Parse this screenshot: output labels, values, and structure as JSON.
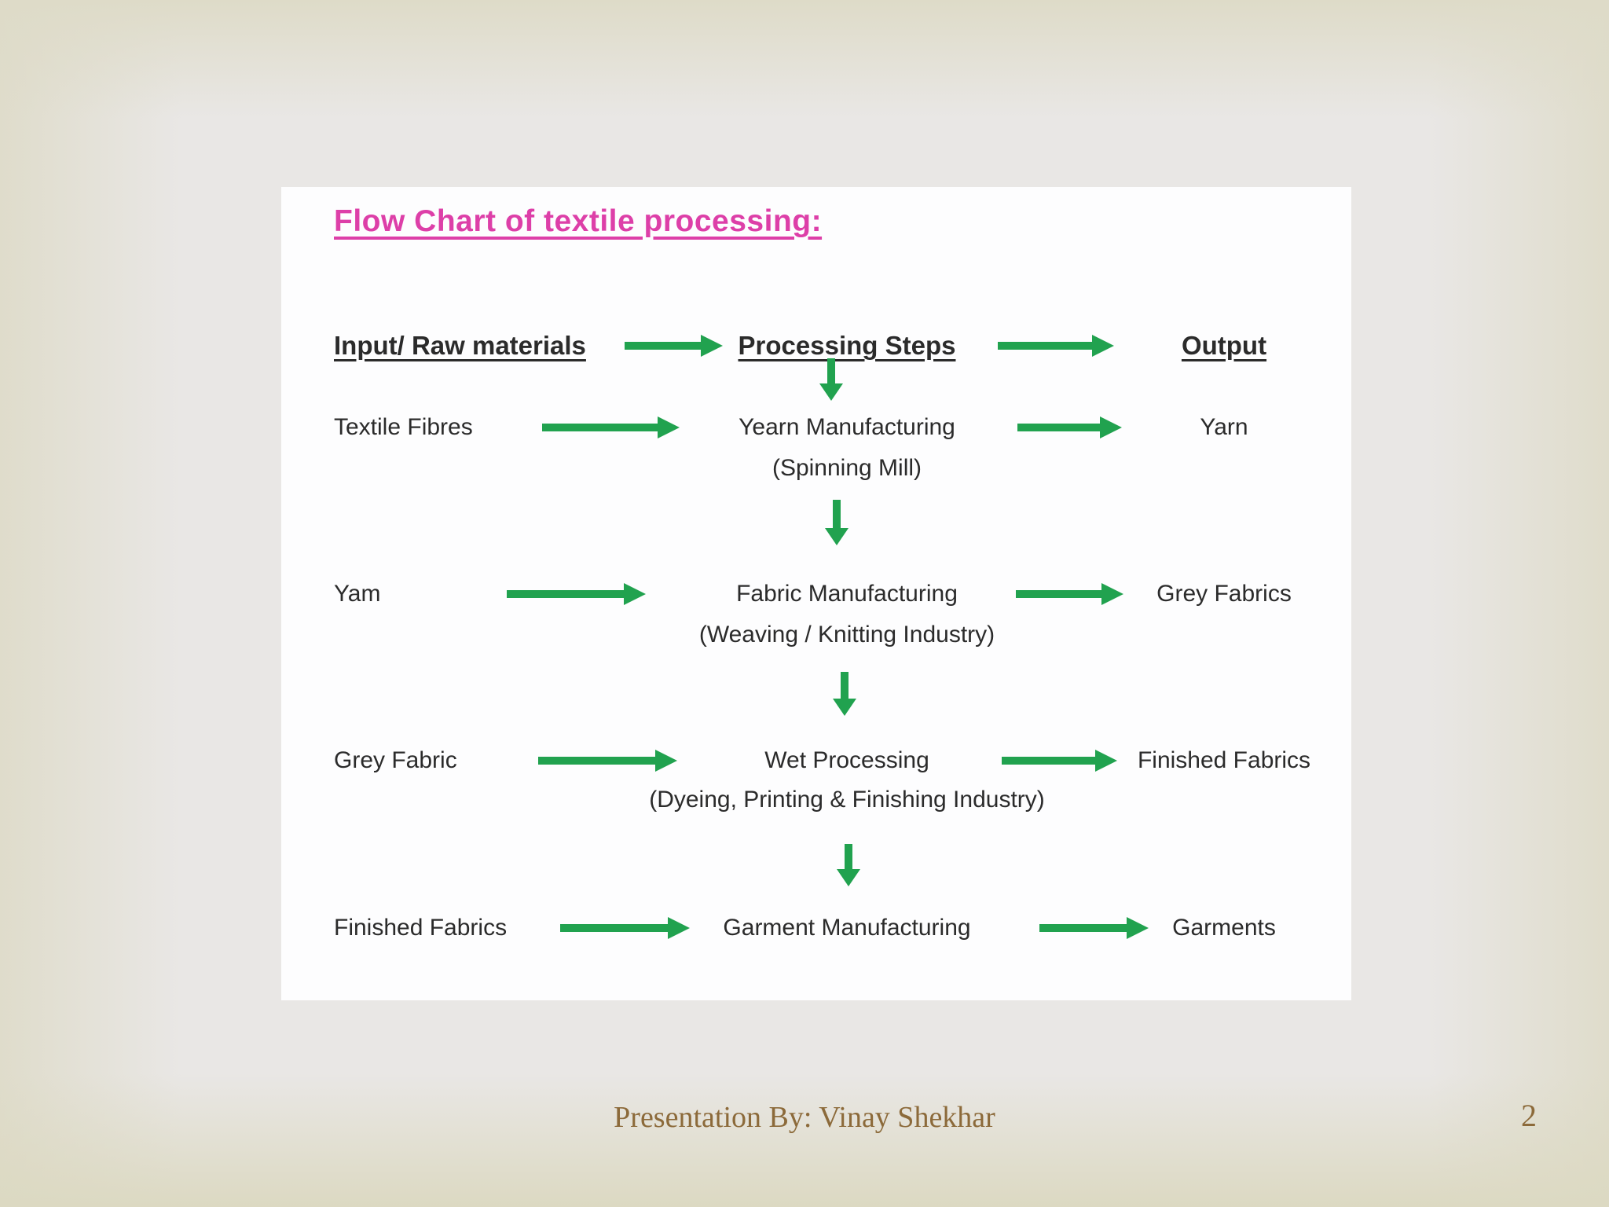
{
  "slide": {
    "title": "Flow Chart of textile processing:",
    "header": {
      "input": "Input/ Raw materials",
      "process": "Processing Steps",
      "output": "Output"
    },
    "rows": [
      {
        "input": "Textile Fibres",
        "process": "Yearn Manufacturing",
        "process_sub": "(Spinning Mill)",
        "output": "Yarn"
      },
      {
        "input": "Yam",
        "process": "Fabric Manufacturing",
        "process_sub": "(Weaving / Knitting Industry)",
        "output": "Grey Fabrics"
      },
      {
        "input": "Grey Fabric",
        "process": "Wet Processing",
        "process_sub": "(Dyeing, Printing & Finishing Industry)",
        "output": "Finished Fabrics"
      },
      {
        "input": "Finished Fabrics",
        "process": "Garment Manufacturing",
        "output": "Garments"
      }
    ],
    "footer": {
      "credit": "Presentation By: Vinay Shekhar",
      "page_number": "2"
    },
    "colors": {
      "title_pink": "#dd3fa8",
      "arrow_green": "#21a24f",
      "body_text": "#2b2b2b",
      "footer_brown": "#8c6a3a",
      "bg_center": "#e9e7e5",
      "bg_edge": "#dedbc8",
      "paper_white": "#fdfdfe"
    }
  }
}
